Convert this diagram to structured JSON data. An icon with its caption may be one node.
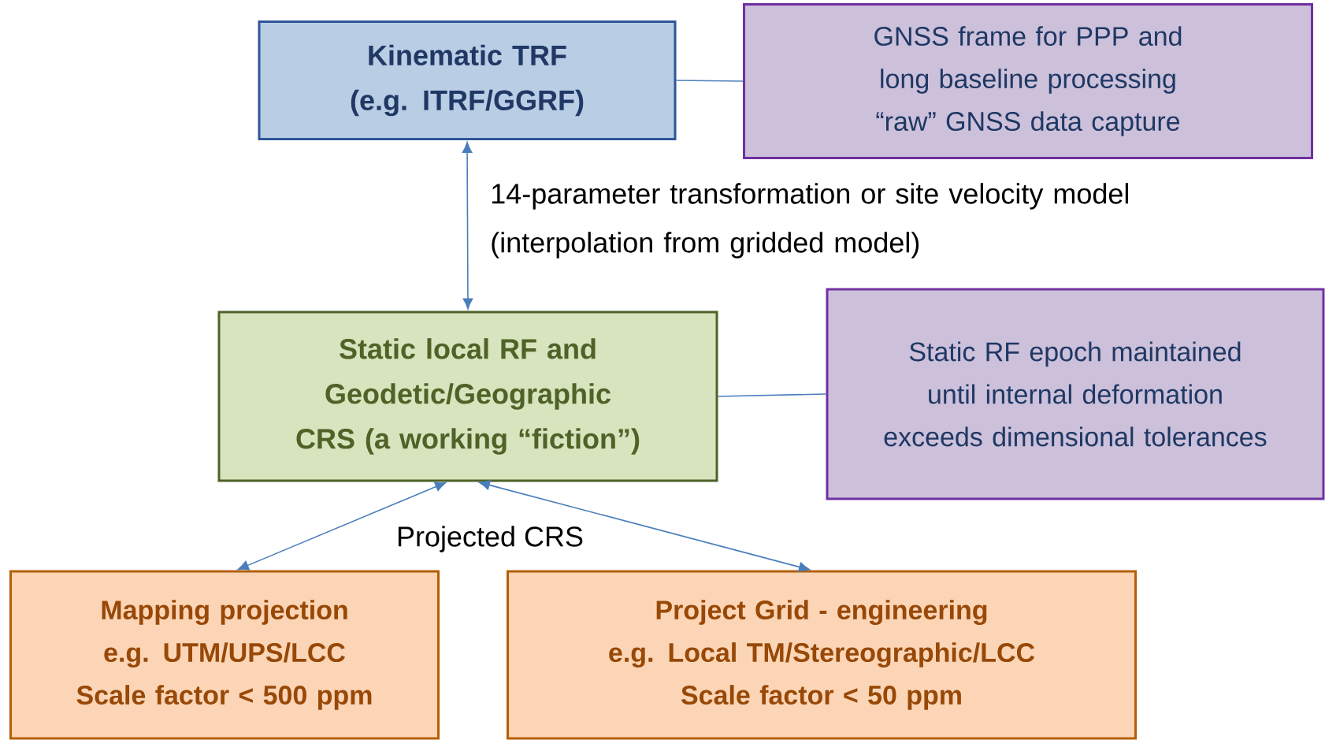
{
  "diagram": {
    "nodes": [
      {
        "text": [
          "Kinematic TRF",
          "(e.g. ITRF/GGRF)"
        ]
      },
      {
        "text": [
          "GNSS frame for PPP and long baseline processing",
          "“raw” GNSS data capture"
        ]
      },
      {
        "text": [
          "Static local RF and Geodetic/Geographic CRS (a working “fiction”)"
        ]
      },
      {
        "text": [
          "Static RF epoch maintained until internal deformation exceeds dimensional tolerances"
        ]
      },
      {
        "text": [
          "Mapping projection",
          "e.g. UTM/UPS/LCC",
          "Scale factor < 500 ppm"
        ]
      },
      {
        "text": [
          "Project Grid - engineering",
          "e.g. Local TM/Stereographic/LCC",
          "Scale factor < 50 ppm"
        ]
      }
    ],
    "edges": [
      {
        "from": 0,
        "to": 1,
        "arrow": "none"
      },
      {
        "from": 0,
        "to": 2,
        "arrow": "both",
        "label": "14-parameter transformation or site velocity model (interpolation from gridded model)"
      },
      {
        "from": 2,
        "to": 3,
        "arrow": "none"
      },
      {
        "from": 2,
        "to": 4,
        "arrow": "both"
      },
      {
        "from": 2,
        "to": 5,
        "arrow": "both"
      }
    ],
    "labels": [
      "Projected CRS"
    ]
  }
}
